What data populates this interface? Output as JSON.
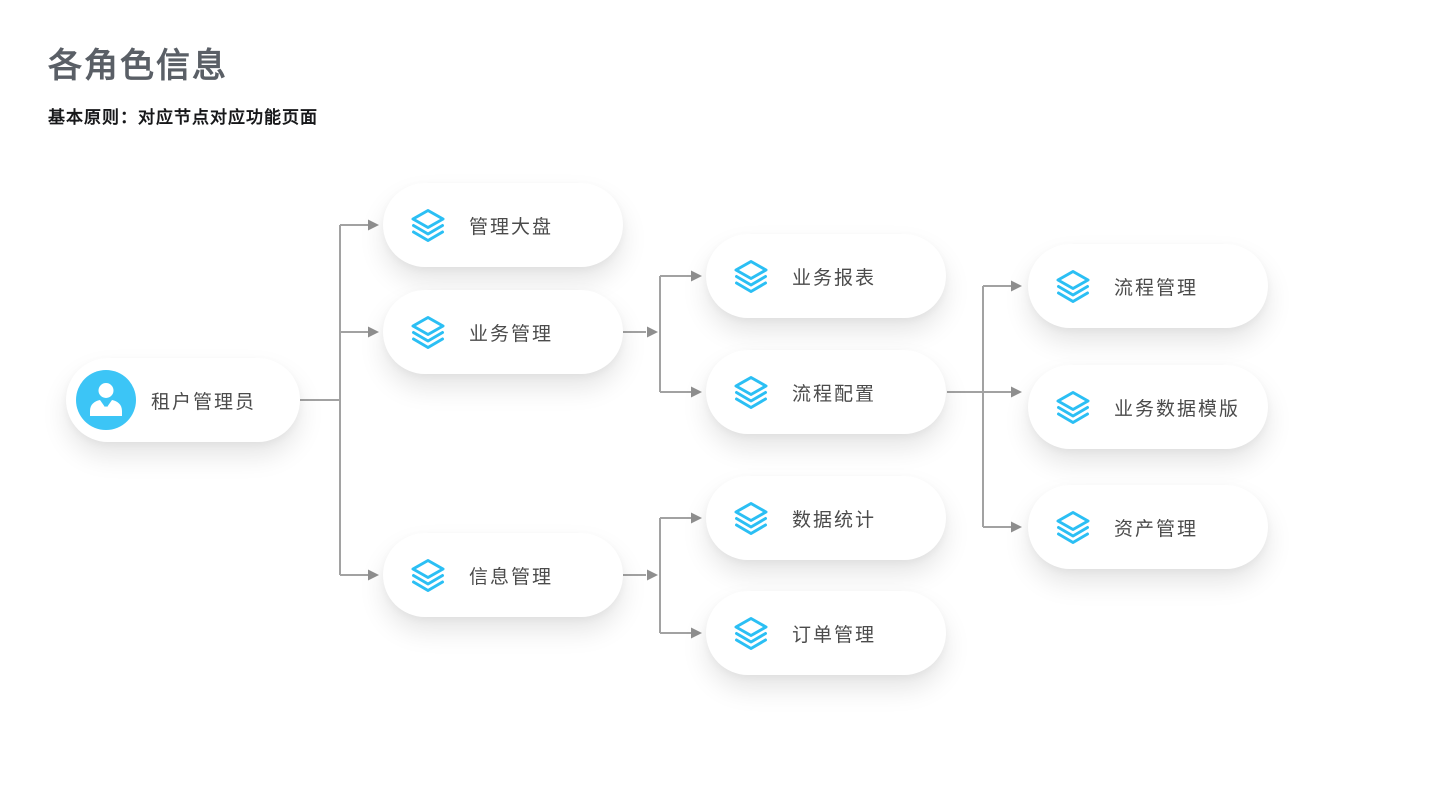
{
  "page": {
    "title": "各角色信息",
    "subtitle": "基本原则：对应节点对应功能页面"
  },
  "nodes": {
    "root": {
      "label": "租户管理员",
      "icon": "user-tie-icon"
    },
    "dashboard": {
      "label": "管理大盘",
      "icon": "layers-icon"
    },
    "business": {
      "label": "业务管理",
      "icon": "layers-icon"
    },
    "info": {
      "label": "信息管理",
      "icon": "layers-icon"
    },
    "report": {
      "label": "业务报表",
      "icon": "layers-icon"
    },
    "process_config": {
      "label": "流程配置",
      "icon": "layers-icon"
    },
    "data_stats": {
      "label": "数据统计",
      "icon": "layers-icon"
    },
    "order": {
      "label": "订单管理",
      "icon": "layers-icon"
    },
    "process_mgmt": {
      "label": "流程管理",
      "icon": "layers-icon"
    },
    "biz_data_template": {
      "label": "业务数据模版",
      "icon": "layers-icon"
    },
    "asset": {
      "label": "资产管理",
      "icon": "layers-icon"
    }
  },
  "edges": [
    {
      "from": "root",
      "to": "dashboard"
    },
    {
      "from": "root",
      "to": "business"
    },
    {
      "from": "root",
      "to": "info"
    },
    {
      "from": "business",
      "to": "report"
    },
    {
      "from": "business",
      "to": "process_config"
    },
    {
      "from": "info",
      "to": "data_stats"
    },
    {
      "from": "info",
      "to": "order"
    },
    {
      "from": "process_config",
      "to": "process_mgmt"
    },
    {
      "from": "process_config",
      "to": "biz_data_template"
    },
    {
      "from": "process_config",
      "to": "asset"
    }
  ],
  "colors": {
    "accent_cyan": "#3CC5F6",
    "icon_cyan": "#2BBFF4",
    "connector_gray": "#9E9E9E",
    "arrow_gray": "#8F8F8F",
    "title_gray": "#5A5F66",
    "label_gray": "#4B4B4B"
  }
}
